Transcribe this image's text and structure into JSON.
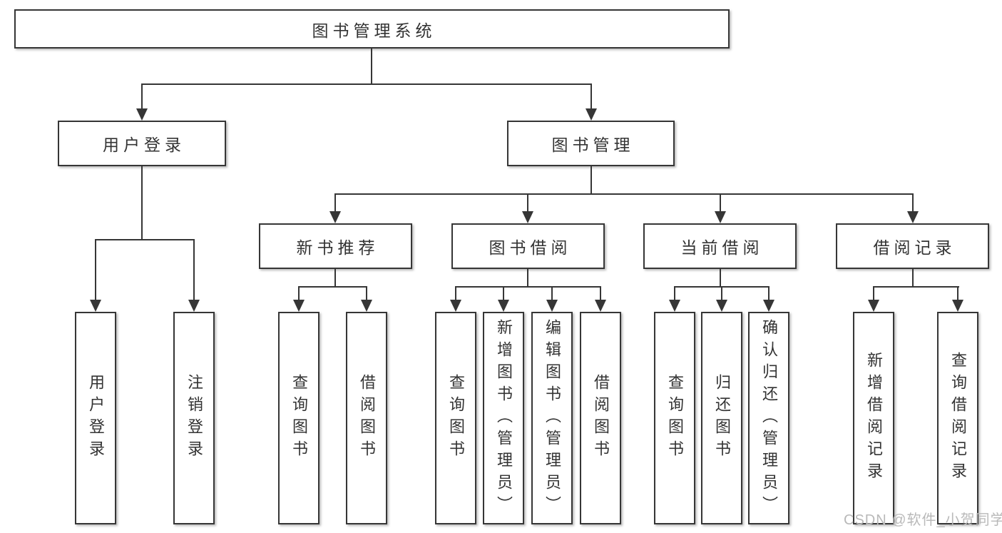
{
  "diagram": {
    "title": "图书管理系统",
    "level2": {
      "user_login": "用户登录",
      "book_mgmt": "图书管理"
    },
    "level3": {
      "recommend": "新书推荐",
      "borrow": "图书借阅",
      "current": "当前借阅",
      "records": "借阅记录"
    },
    "leaves": {
      "login": [
        "用户登录",
        "注销登录"
      ],
      "recommend": [
        "查询图书",
        "借阅图书"
      ],
      "borrow": [
        "查询图书",
        "新增图书（管理员）",
        "编辑图书（管理员）",
        "借阅图书"
      ],
      "current": [
        "查询图书",
        "归还图书",
        "确认归还（管理员）"
      ],
      "records": [
        "新增借阅记录",
        "查询借阅记录"
      ]
    }
  },
  "watermark": "CSDN @软件_小贺同学",
  "colors": {
    "line": "#363636",
    "box_border": "#363636",
    "text": "#333333",
    "background": "#ffffff",
    "watermark": "#b9b9b9"
  }
}
